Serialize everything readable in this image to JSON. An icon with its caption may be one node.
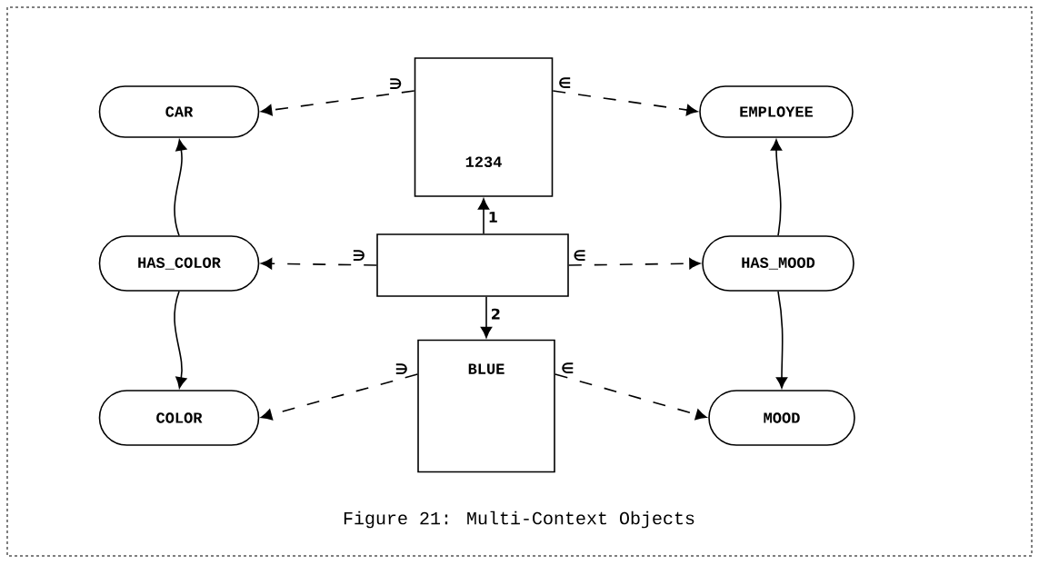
{
  "diagram": {
    "caption": "Figure 21: Multi-Context Objects",
    "nodes": [
      {
        "text": [
          "CAR"
        ]
      },
      {
        "text": [
          "1234"
        ]
      },
      {
        "text": [
          "EMPLOYEE"
        ]
      },
      {
        "text": [
          "HAS_COLOR"
        ]
      },
      {
        "text": [],
        "shape": "box"
      },
      {
        "text": [
          "HAS_MOOD"
        ]
      },
      {
        "text": [
          "COLOR"
        ]
      },
      {
        "text": [
          "BLUE"
        ]
      },
      {
        "text": [
          "MOOD"
        ]
      }
    ],
    "edges": [
      {
        "from": 1,
        "to": 0,
        "arrow": "to",
        "style": "dashed",
        "label": "∋"
      },
      {
        "from": 1,
        "to": 2,
        "arrow": "to",
        "style": "dashed",
        "label": "∈"
      },
      {
        "from": 3,
        "to": 0,
        "arrow": "to"
      },
      {
        "from": 4,
        "to": 3,
        "arrow": "to",
        "style": "dashed",
        "label": "∋"
      },
      {
        "from": 4,
        "to": 5,
        "arrow": "to",
        "style": "dashed",
        "label": "∈"
      },
      {
        "from": 4,
        "to": 1,
        "arrow": "to",
        "label": "1"
      },
      {
        "from": 4,
        "to": 7,
        "arrow": "to",
        "label": "2"
      },
      {
        "from": 3,
        "to": 6,
        "arrow": "to"
      },
      {
        "from": 5,
        "to": 2,
        "arrow": "to"
      },
      {
        "from": 5,
        "to": 8,
        "arrow": "to"
      },
      {
        "from": 7,
        "to": 6,
        "arrow": "to",
        "style": "dashed",
        "label": "∋"
      },
      {
        "from": 7,
        "to": 8,
        "arrow": "to",
        "style": "dashed",
        "label": "∈"
      }
    ]
  }
}
